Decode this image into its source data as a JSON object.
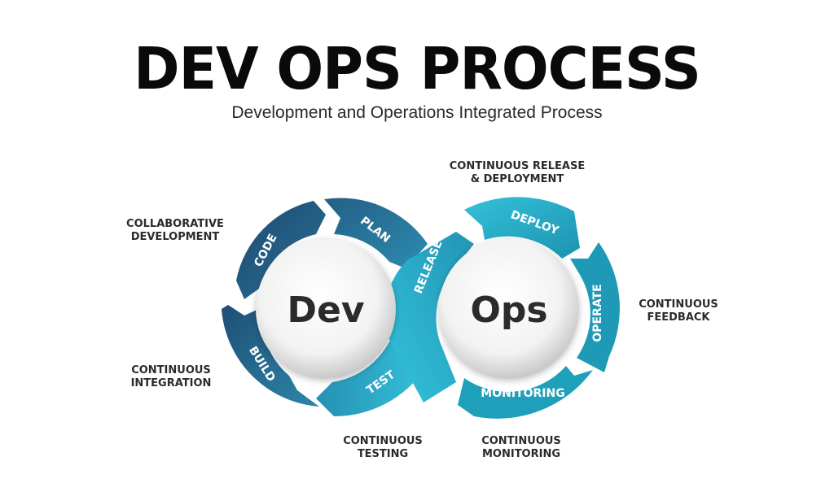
{
  "header": {
    "title": "DEV OPS PROCESS",
    "subtitle": "Development and Operations Integrated Process"
  },
  "diagram": {
    "dev_hub": "Dev",
    "ops_hub": "Ops",
    "segments": {
      "code": "CODE",
      "plan": "PLAN",
      "release": "RELEASE",
      "deploy": "DEPLOY",
      "operate": "OPERATE",
      "monitoring": "MONITORING",
      "test": "TEST",
      "build": "BUILD"
    },
    "colors": {
      "dark_navy": "#1f4e74",
      "mid_blue": "#2a7fa3",
      "teal": "#1fa3be",
      "cyan": "#31bfd8",
      "hub_text": "#2b2b2b"
    }
  },
  "labels": {
    "collaborative_development": [
      "COLLABORATIVE",
      "DEVELOPMENT"
    ],
    "continuous_integration": [
      "CONTINUOUS",
      "INTEGRATION"
    ],
    "continuous_testing": [
      "CONTINUOUS",
      "TESTING"
    ],
    "continuous_monitoring": [
      "CONTINUOUS",
      "MONITORING"
    ],
    "continuous_feedback": [
      "CONTINUOUS",
      "FEEDBACK"
    ],
    "continuous_release_deployment": [
      "CONTINUOUS RELEASE",
      "& DEPLOYMENT"
    ]
  }
}
